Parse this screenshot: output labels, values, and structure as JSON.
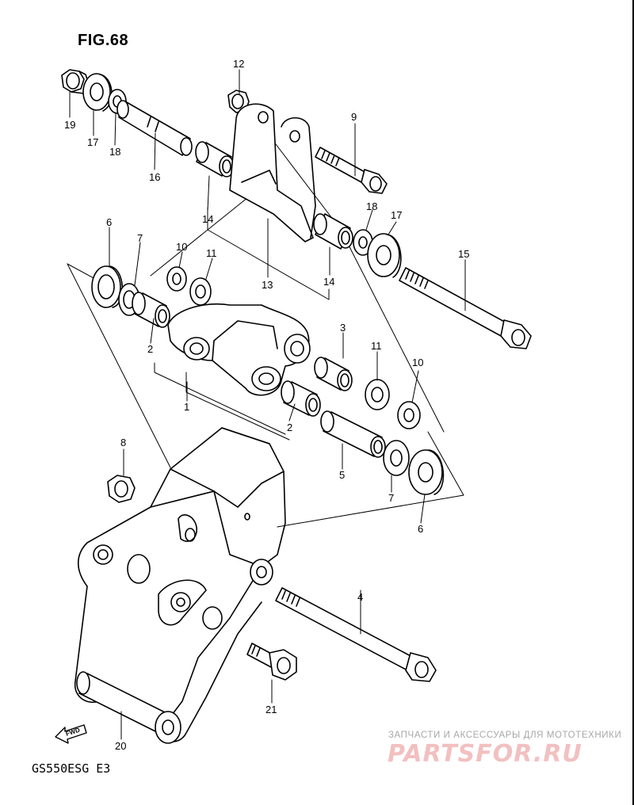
{
  "figure": {
    "title": "FIG.68",
    "model_code": "GS550ESG  E3",
    "forward_arrow_label": "FWD"
  },
  "callouts": {
    "c1": "1",
    "c2a": "2",
    "c2b": "2",
    "c3": "3",
    "c4": "4",
    "c5": "5",
    "c6a": "6",
    "c6b": "6",
    "c7a": "7",
    "c7b": "7",
    "c8": "8",
    "c9": "9",
    "c10a": "10",
    "c10b": "10",
    "c11a": "11",
    "c11b": "11",
    "c12": "12",
    "c13": "13",
    "c14a": "14",
    "c14b": "14",
    "c15": "15",
    "c16": "16",
    "c17a": "17",
    "c17b": "17",
    "c18a": "18",
    "c18b": "18",
    "c19": "19",
    "c20": "20",
    "c21": "21"
  },
  "watermark": {
    "tagline": "ЗАПЧАСТИ И АКСЕССУАРЫ ДЛЯ МОТОТЕХНИКИ",
    "brand": "PARTSFOR.RU",
    "brand_color": "#f2c0c0"
  }
}
